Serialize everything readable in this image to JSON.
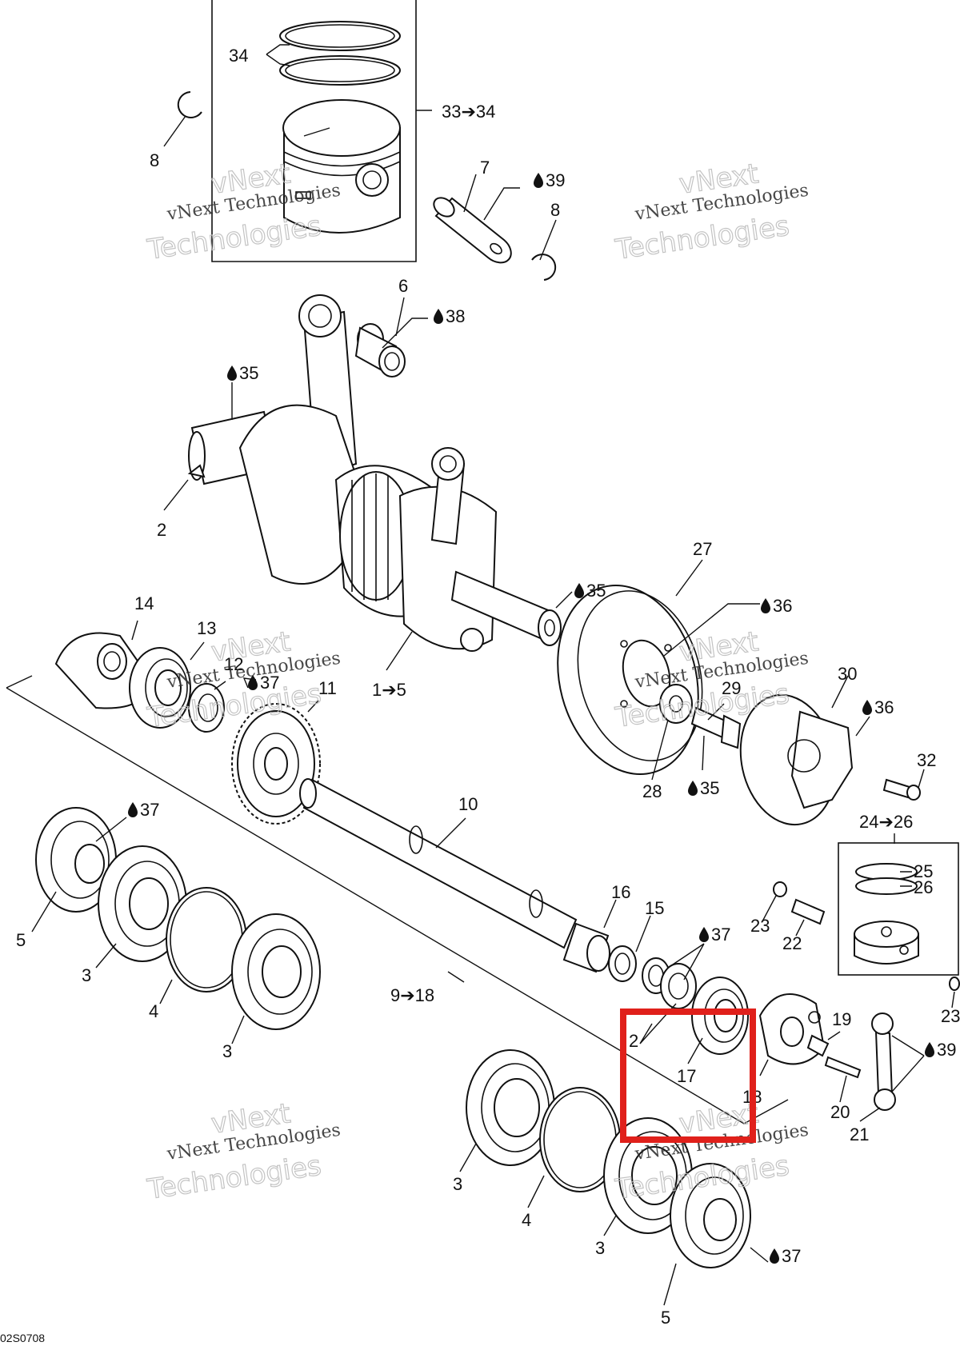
{
  "diagram": {
    "image_code": "02S0708",
    "highlight_color": "#e0201b",
    "watermark": {
      "line1": "vNext",
      "line2": "Technologies",
      "line3": "vNext Technologies"
    },
    "callouts": {
      "c34": "34",
      "c33_34": "33➔34",
      "c8a": "8",
      "c7": "7",
      "c39a": "39",
      "c8b": "8",
      "c6": "6",
      "c38": "38",
      "c35a": "35",
      "c2a": "2",
      "c27": "27",
      "c35b": "35",
      "c36a": "36",
      "c14": "14",
      "c13": "13",
      "c12": "12",
      "c37a": "37",
      "c11": "11",
      "c1_5": "1➔5",
      "c29": "29",
      "c30": "30",
      "c36b": "36",
      "c32": "32",
      "c28": "28",
      "c35c": "35",
      "c10": "10",
      "c37b": "37",
      "c24_26": "24➔26",
      "c25": "25",
      "c26": "26",
      "c5a": "5",
      "c3a": "3",
      "c4a": "4",
      "c3b": "3",
      "c16": "16",
      "c15": "15",
      "c23a": "23",
      "c22": "22",
      "c37c": "37",
      "c9_18": "9➔18",
      "c2b": "2",
      "c17": "17",
      "c18": "18",
      "c19": "19",
      "c23b": "23",
      "c39b": "39",
      "c20": "20",
      "c21": "21",
      "c3c": "3",
      "c4b": "4",
      "c3d": "3",
      "c5b": "5",
      "c37d": "37"
    }
  }
}
